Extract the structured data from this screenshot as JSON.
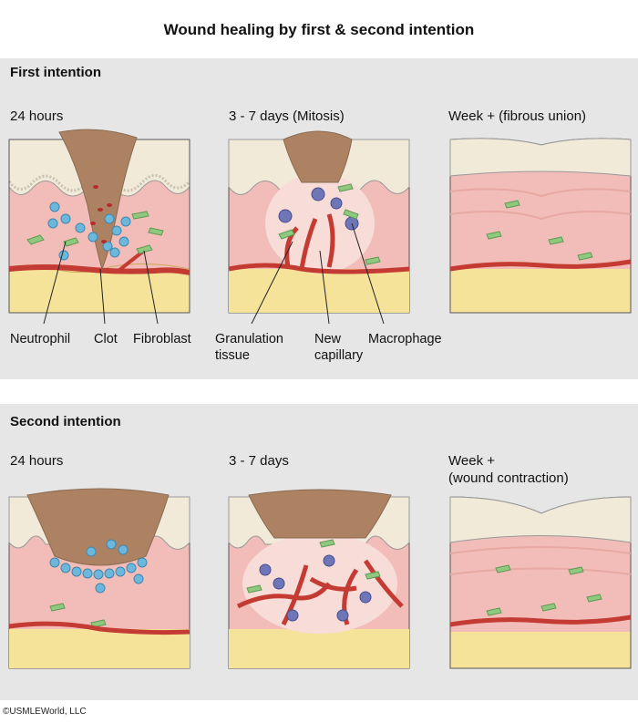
{
  "title": "Wound healing by first & second intention",
  "first": {
    "heading": "First intention",
    "panels": [
      {
        "time": "24 hours"
      },
      {
        "time": "3 - 7 days (Mitosis)"
      },
      {
        "time": "Week + (fibrous union)"
      }
    ],
    "labels": {
      "neutrophil": "Neutrophil",
      "clot": "Clot",
      "fibroblast": "Fibroblast",
      "granulation_1": "Granulation",
      "granulation_2": "tissue",
      "capillary_1": "New",
      "capillary_2": "capillary",
      "macrophage": "Macrophage"
    }
  },
  "second": {
    "heading": "Second intention",
    "panels": [
      {
        "time": "24 hours"
      },
      {
        "time": "3 - 7 days"
      },
      {
        "time_1": "Week +",
        "time_2": "(wound contraction)"
      }
    ]
  },
  "copyright": "©USMLEWorld, LLC",
  "colors": {
    "background_band": "#e6e6e6",
    "epidermis": "#f1ead9",
    "dermis": "#f2bdb8",
    "fat": "#f6e39a",
    "clot": "#ad8263",
    "vessel": "#c43b33",
    "neutrophil": "#6cb8dc",
    "macrophage": "#6f76b8",
    "fibroblast": "#8fc97f"
  }
}
